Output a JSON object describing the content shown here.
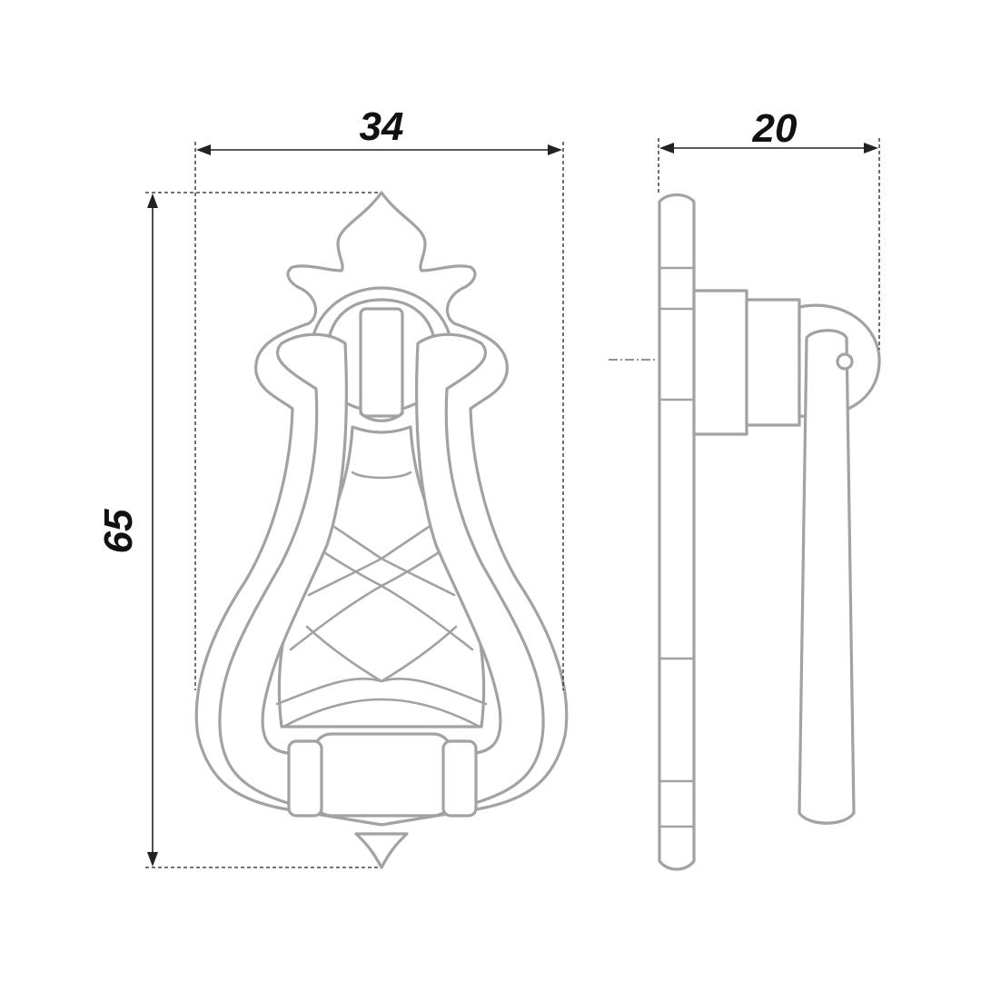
{
  "dimensions": {
    "width": "34",
    "height": "65",
    "depth": "20"
  },
  "colors": {
    "outline": "#a2a2a2",
    "dimension": "#222222",
    "background": "#ffffff"
  },
  "views": [
    "front-view",
    "side-view"
  ]
}
